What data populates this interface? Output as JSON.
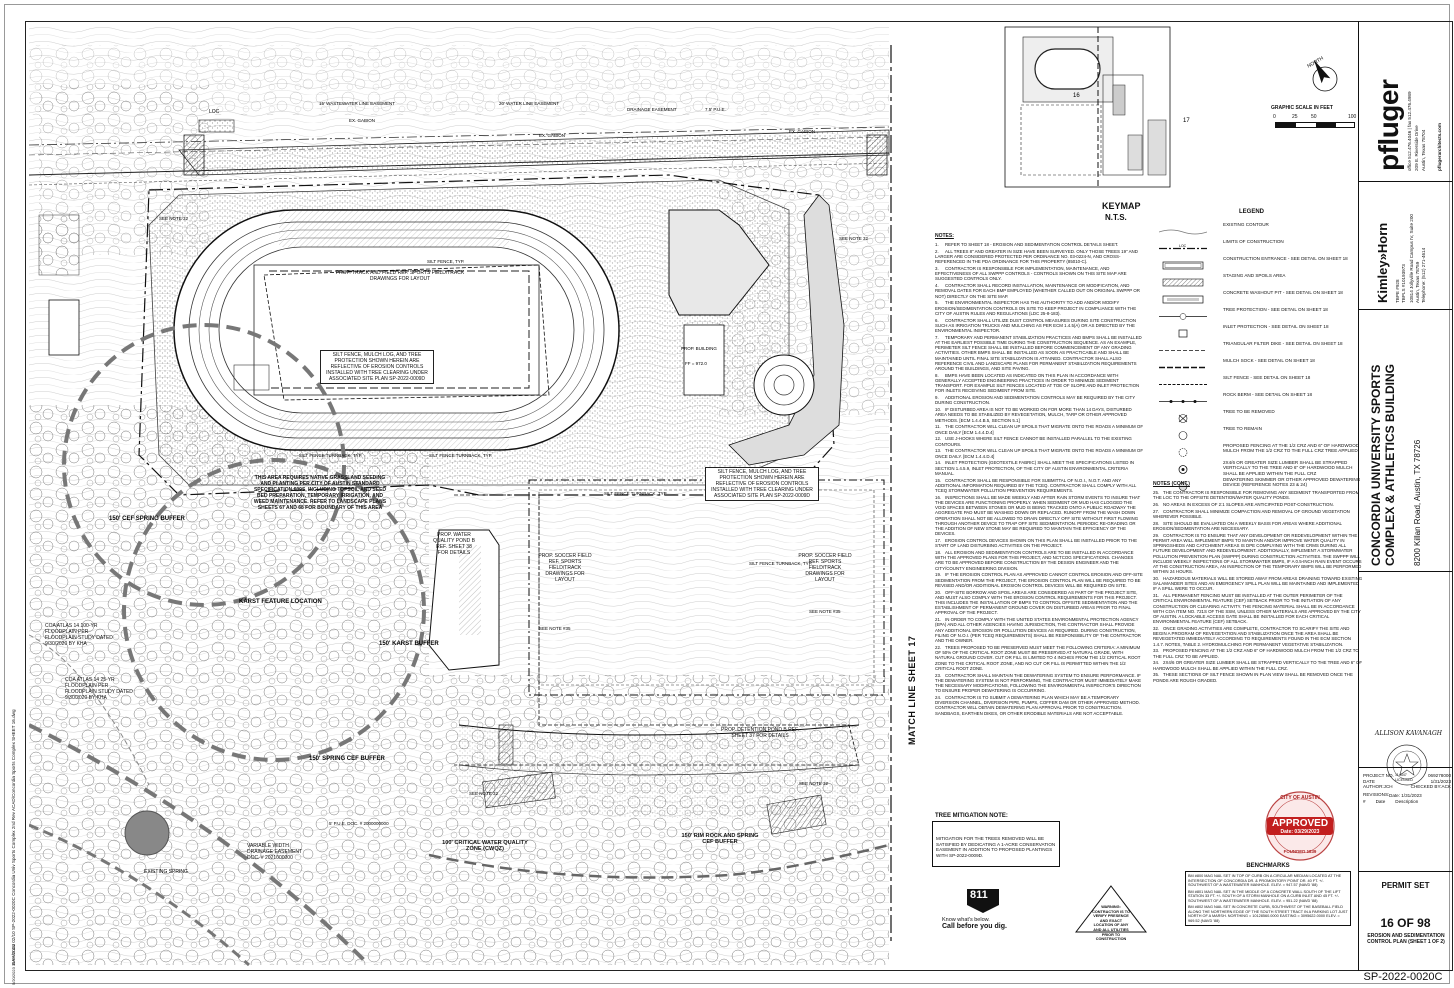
{
  "drawing": {
    "sheet_label": "SP-2022-0020C",
    "match_line": "MATCH LINE SHEET 17",
    "left_margin_file": "BAH/2022 02/10 SP-2022-0020C Concordia Univ Sports Complex 2nd Rev ACAD\\Concordia Sports Complex SHEET 16.dwg",
    "left_margin_date": "5/20/2023 11:57:53 AM"
  },
  "plan_labels": {
    "loc": "LOC",
    "ex_gabion_1": "EX. GABION",
    "ex_gabion_2": "EX. GABION",
    "ex_gabion_3": "EX. GABION",
    "wastewater_ease": "15' WASTEWATER LINE EASEMENT",
    "water_ease": "20' WATER LINE EASEMENT",
    "drainage_ease": "DRAINAGE EASEMENT",
    "pue_top": "7.5' P.U.E.",
    "see_note_32": "SEE NOTE 32",
    "see_note_32b": "SEE NOTE 32",
    "see_note_32c": "SEE NOTE 32",
    "see_note_32d": "SEE NOTE 32",
    "silt_fence_typ": "SILT FENCE, TYP.",
    "track_label": "PROP. TRACK AND FIELD REF. SPORTS FIELD/TRACK DRAWINGS FOR LAYOUT",
    "silt_note": "SILT FENCE, MULCH LOG, AND TREE PROTECTION SHOWN HEREIN ARE REFLECTIVE OF EROSION CONTROLS INSTALLED WITH TREE CLEARING UNDER ASSOCIATED SITE PLAN SP-2022-0009D",
    "turnback_1": "SILT FENCE TURNBACK, TYP.",
    "turnback_2": "SILT FENCE TURNBACK, TYP.",
    "turnback_3": "SILT FENCE TURNBACK, TYP.",
    "turnback_4": "SILT FENCE TURNBACK, TYP.",
    "prop_building": "PROP. BUILDING",
    "ff": "FF = 972.0",
    "grass_note": "THIS AREA REQUIRES NATIVE GRASSLAND SEEDING AND PLANTING PER CITY OF AUSTIN STANDARD SPECIFICATION 609S, INCLUDING TOPSOIL AND SEED BED PREPARATION, TEMPORARY IRRIGATION, AND WEED MAINTENANCE. REFER TO LANDSCAPE PLANS SHEETS 67 AND 68 FOR BOUNDARY OF THIS AREA",
    "cef_spring_150": "150' CEF SPRING BUFFER",
    "karst_feature": "KARST FEATURE LOCATION",
    "karst_buffer": "150' KARST BUFFER",
    "spring_cef_buffer": "150' SPRING CEF BUFFER",
    "coa_atlas_100": "COA ATLAS 14 100-YR FLOODPLAIN PER FLOODPLAIN STUDY DATED 9/30/2020 BY KHA",
    "coa_atlas_25": "COA ATLAS 14 25-YR FLOODPLAIN PER FLOODPLAIN STUDY DATED 9/30/2020 BY KHA",
    "water_quality_pond": "PROP. WATER QUALITY POND B REF. SHEET 38 FOR DETAILS",
    "soccer_1": "PROP. SOCCER FIELD REF. SPORTS FIELD/TRACK DRAWINGS FOR LAYOUT",
    "soccer_2": "PROP. SOCCER FIELD REF. SPORTS FIELD/TRACK DRAWINGS FOR LAYOUT",
    "see_note_35": "SEE NOTE #35",
    "see_note_35b": "SEE NOTE #35",
    "detention_pond": "PROP. DETENTION POND B REF. SHEET 37 FOR DETAILS",
    "pue_bottom": "5' P.U.E. DOC. # 2000000000",
    "variable_drainage": "VARIABLE WIDTH DRAINAGE EASEMENT DOC. # 2021000000",
    "cwqz": "100' CRITICAL WATER QUALITY ZONE (CWQZ)",
    "rim_rock": "150' RIM ROCK AND SPRING CEF BUFFER",
    "existing_spring": "EXISTING SPRING",
    "keymap_title": "KEYMAP",
    "keymap_nts": "N.T.S.",
    "keymap_16": "16",
    "keymap_17": "17",
    "graphic_scale": "GRAPHIC SCALE IN FEET",
    "scale_0": "0",
    "scale_25": "25",
    "scale_50": "50",
    "scale_100": "100",
    "north": "NORTH"
  },
  "legend": {
    "title": "LEGEND",
    "items": [
      {
        "symbol": "contour",
        "text": "EXISTING CONTOUR"
      },
      {
        "symbol": "loc",
        "text": "LIMITS OF CONSTRUCTION"
      },
      {
        "symbol": "ce",
        "text": "CONSTRUCTION ENTRANCE - SEE DETAIL ON SHEET 18"
      },
      {
        "symbol": "staging",
        "text": "STAGING AND SPOILS AREA"
      },
      {
        "symbol": "washout",
        "text": "CONCRETE WASHOUT PIT - SEE DETAIL ON SHEET 18"
      },
      {
        "symbol": "tp",
        "text": "TREE PROTECTION - SEE DETAIL ON SHEET 18"
      },
      {
        "symbol": "ip",
        "text": "INLET PROTECTION - SEE DETAIL ON SHEET 18"
      },
      {
        "symbol": "td",
        "text": "TRIANGULAR FILTER DIKE - SEE DETAIL ON SHEET 18"
      },
      {
        "symbol": "ml",
        "text": "MULCH SOCK - SEE DETAIL ON SHEET 18"
      },
      {
        "symbol": "sf",
        "text": "SILT FENCE - SEE DETAIL ON SHEET 18"
      },
      {
        "symbol": "rb",
        "text": "ROCK BERM - SEE DETAIL ON SHEET 18"
      },
      {
        "symbol": "tr",
        "text": "TREE TO BE REMOVED"
      },
      {
        "symbol": "tk",
        "text": "TREE TO REMAIN"
      },
      {
        "symbol": "t1",
        "text": "PROPOSED FENCING AT THE 1/2 CRZ AND 6\" OF HARDWOOD MULCH FROM THE 1/2 CRZ TO THE FULL CRZ TREE APPLIED"
      },
      {
        "symbol": "t2",
        "text": "2X4/6 OR GREATER SIZE LUMBER SHALL BE STRAPPED VERTICALLY TO THE TREE AND 6\" OF HARDWOOD MULCH SHALL BE APPLIED WITHIN THE FULL CRZ"
      },
      {
        "symbol": "t3",
        "text": "DEWATERING SKIMMER OR OTHER APPROVED DEWATERING DEVICE (REFERENCE NOTES 23 & 24)"
      }
    ]
  },
  "notes": {
    "title": "NOTES:",
    "items": [
      "REFER TO SHEET 18 - EROSION AND SEDIMENTATION CONTROL DETAILS SHEET.",
      "ALL TREES 8\" AND GREATER IN SIZE HAVE BEEN SURVEYED. ONLY THOSE TREES 19\" AND LARGER ARE CONSIDERED PROTECTED PER ORDINANCE NO. 03-0224-N, AND CROSS-REFERENCED IN THE PDA ORDINANCE FOR THIS PROPERTY (85010-C).",
      "CONTRACTOR IS RESPONSIBLE FOR IMPLEMENTATION, MAINTENANCE, AND EFFECTIVENESS OF ALL SWPPP CONTROLS - CONTROLS SHOWN ON THIS SITE MAP ARE SUGGESTED CONTROLS ONLY.",
      "CONTRACTOR SHALL RECORD INSTALLATION, MAINTENANCE OR MODIFICATION, AND REMOVAL DATES FOR EACH BMP EMPLOYED (WHETHER CALLED OUT ON ORIGINAL SWPPP OR NOT) DIRECTLY ON THE SITE MAP.",
      "THE ENVIRONMENTAL INSPECTOR HAS THE AUTHORITY TO ADD AND/OR MODIFY EROSION/SEDIMENTATION CONTROLS ON SITE TO KEEP PROJECT IN COMPLIANCE WITH THE CITY OF AUSTIN RULES AND REGULATIONS (LDC 25-8-183).",
      "CONTRACTOR SHALL UTILIZE DUST CONTROL MEASURES DURING SITE CONSTRUCTION SUCH AS IRRIGATION TRUCKS AND MULCHING AS PER ECM 1.4.5(A) OR AS DIRECTED BY THE ENVIRONMENTAL INSPECTOR.",
      "TEMPORARY AND PERMANENT STABILIZATION PRACTICES AND BMPS SHALL BE INSTALLED AT THE EARLIEST POSSIBLE TIME DURING THE CONSTRUCTION SEQUENCE. AS AN EXAMPLE, PERIMETER SILT FENCE SHALL BE INSTALLED BEFORE COMMENCEMENT OF ANY GRADING ACTIVITIES. OTHER BMPS SHALL BE INSTALLED AS SOON AS PRACTICABLE AND SHALL BE MAINTAINED UNTIL FINAL SITE STABILIZATION IS ATTAINED. CONTRACTOR SHALL ALSO REFERENCE CIVIL AND LANDSCAPE PLANS FOR PERMANENT STABILIZATION REQUIREMENTS AROUND THE BUILDINGS, AND SITE PAVING.",
      "BMPS HAVE BEEN LOCATED AS INDICATED ON THIS PLAN IN ACCORDANCE WITH GENERALLY ACCEPTED ENGINEERING PRACTICES IN ORDER TO MINIMIZE SEDIMENT TRANSPORT. FOR EXAMPLE SILT FENCES LOCATED AT TOE OF SLOPE AND INLET PROTECTION FOR INLETS RECEIVING SEDIMENT FROM SITE.",
      "ADDITIONAL EROSION AND SEDIMENTATION CONTROLS MAY BE REQUIRED BY THE CITY DURING CONSTRUCTION.",
      "IF DISTURBED AREA IS NOT TO BE WORKED ON FOR MORE THAN 14 DAYS, DISTURBED AREA NEEDS TO BE STABILIZED BY REVEGETATION, MULCH, TARP OR OTHER APPROVED METHODS. [ECM 1.4.4.B.5, SECTION 5.1]",
      "THE CONTRACTOR WILL CLEAN UP SPOILS THAT MIGRATE ONTO THE ROADS A MINIMUM OF ONCE DAILY [ECM 1.4.4.D.4]",
      "USE J-HOOKS WHERE SILT FENCE CANNOT BE INSTALLED PARALLEL TO THE EXISTING CONTOURS.",
      "THE CONTRACTOR WILL CLEAN UP SPOILS THAT MIGRATE ONTO THE ROADS A MINIMUM OF ONCE DAILY. [ECM 1.4.4.D.4]",
      "INLET PROTECTION (GEOTEXTILE FABRIC) SHALL MEET THE SPECIFICATIONS LISTED IN SECTION 1.4.5.9, INLET PROTECTION, OF THE CITY OF AUSTIN ENVIRONMENTAL CRITERIA MANUAL.",
      "CONTRACTOR SHALL BE RESPONSIBLE FOR SUBMITTAL OF N.O.I., N.O.T. AND ANY ADDITIONAL INFORMATION REQUIRED BY THE TCEQ. CONTRACTOR SHALL COMPLY WITH ALL TCEQ STORMWATER POLLUTION PREVENTION REQUIREMENTS.",
      "INSPECTIONS SHALL BE MADE WEEKLY AND AFTER RAIN STORM EVENTS TO INSURE THAT THE DEVICES ARE FUNCTIONING PROPERLY. WHEN SEDIMENT OR MUD HAS CLOGGED THE VOID SPACES BETWEEN STONES OR MUD IS BEING TRACKED ONTO A PUBLIC ROADWAY THE AGGREGATE PAD MUST BE WASHED DOWN OR REPLACED. RUNOFF FROM THE WASH DOWN OPERATION SHALL NOT BE ALLOWED TO DRAIN DIRECTLY OFF SITE WITHOUT FIRST FLOWING THROUGH ANOTHER DEVICE TO TRAP OFF SITE SEDIMENTATION. PERIODIC RE-GRADING OR THE ADDITION OF NEW STONE MAY BE REQUIRED TO MAINTAIN THE EFFICIENCY OF THE DEVICES.",
      "EROSION CONTROL DEVICES SHOWN ON THIS PLAN SHALL BE INSTALLED PRIOR TO THE START OF LAND DISTURBING ACTIVITIES ON THE PROJECT.",
      "ALL EROSION AND SEDIMENTATION CONTROLS ARE TO BE INSTALLED IN ACCORDANCE WITH THE APPROVED PLANS FOR THIS PROJECT, AND NCTCOG SPECIFICATIONS. CHANGES ARE TO BE APPROVED BEFORE CONSTRUCTION BY THE DESIGN ENGINEER AND THE CITY/COUNTY ENGINEERING DIVISION.",
      "IF THE EROSION CONTROL PLAN AS APPROVED CANNOT CONTROL EROSION AND OFF-SITE SEDIMENTATION FROM THE PROJECT, THE EROSION CONTROL PLAN WILL BE REQUIRED TO BE REVISED AND/OR ADDITIONAL EROSION CONTROL DEVICES WILL BE REQUIRED ON SITE.",
      "OFF-SITE BORROW AND SPOIL AREAS ARE CONSIDERED AS PART OF THE PROJECT SITE, AND MUST ALSO COMPLY WITH THE EROSION CONTROL REQUIREMENTS FOR THIS PROJECT. THIS INCLUDES THE INSTALLATION OF BMPS TO CONTROL OFFSITE SEDIMENTATION AND THE ESTABLISHMENT OF PERMANENT GROUND COVER ON DISTURBED AREAS PRIOR TO FINAL APPROVAL OF THE PROJECT.",
      "IN ORDER TO COMPLY WITH THE UNITED STATES ENVIRONMENTAL PROTECTION AGENCY (EPA) AND ALL OTHER AGENCIES HAVING JURISDICTION, THE CONTRACTOR SHALL PROVIDE ANY ADDITIONAL EROSION OR POLLUTION DEVICES AS REQUIRED. DURING CONSTRUCTION, FILING OF N.O.I. (PER TCEQ REQUIREMENTS) SHALL BE RESPONSIBILITY OF THE CONTRACTOR AND THE OWNER.",
      "TREES PROPOSED TO BE PRESERVED MUST MEET THE FOLLOWING CRITERIA: A MINIMUM OF 50% OF THE CRITICAL ROOT ZONE MUST BE PRESERVED AT NATURAL GRADE, WITH NATURAL GROUND COVER. CUT OR FILL IS LIMITED TO 4 INCHES FROM THE 1/2 CRITICAL ROOT ZONE TO THE CRITICAL ROOT ZONE, AND NO CUT OR FILL IS PERMITTED WITHIN THE 1/2 CRITICAL ROOT ZONE.",
      "CONTRACTOR SHALL MAINTAIN THE DEWATERING SYSTEM TO ENSURE PERFORMANCE. IF THE DEWATERING SYSTEM IS NOT PERFORMING, THE CONTRACTOR MUST IMMEDIATELY MAKE THE NECESSARY MODIFICATIONS, FOLLOWING THE ENVIRONMENTAL INSPECTOR'S DIRECTION TO ENSURE PROPER DEWATERING IS OCCURRING.",
      "CONTRACTOR IS TO SUBMIT A DEWATERING PLAN WHICH MAY BE A TEMPORARY DIVERSION CHANNEL, DIVERSION PIPE, PUMPS, COFFER DAM OR OTHER APPROVED METHOD. CONTRACTOR WILL OBTAIN DEWATERING PLAN APPROVAL PRIOR TO CONSTRUCTION. SANDBAGS, EARTHEN DIKES, OR OTHER ERODIBLE MATERIALS ARE NOT ACCEPTABLE."
    ]
  },
  "notes_cont": {
    "title": "NOTES (CONT.)",
    "start": 25,
    "items": [
      "THE CONTRACTOR IS RESPONSIBLE FOR REMOVING ANY SEDIMENT TRANSPORTED FROM THE LOC TO THE OFFSITE DETENTION/WATER QUALITY PONDS.",
      "NO AREAS IN EXCESS OF 2:1 SLOPES ARE ANTICIPATED POST-CONSTRUCTION.",
      "CONTRACTOR SHALL MINIMIZE COMPACTION AND REMOVAL OF GROUND VEGETATION WHEREVER POSSIBLE.",
      "SITE SHOULD BE EVALUATED ON A WEEKLY BASIS FOR AREAS WHERE ADDITIONAL EROSION/SEDIMENTATION ARE NECESSARY.",
      "CONTRACTOR IS TO ENSURE THAT ANY DEVELOPMENT OR REDEVELOPMENT WITHIN THE PERMIT AREA WILL IMPLEMENT BMPS TO MAINTAIN AND/OR IMPROVE WATER QUALITY IN SPRINGSHEDS AND CATCHMENT AREAS IS DPE COMPLYING WITH THE CRMS DURING ALL FUTURE DEVELOPMENT AND REDEVELOPMENT. ADDITIONALLY, IMPLEMENT A STORMWATER POLLUTION PREVENTION PLAN (SWPPP) DURING CONSTRUCTION ACTIVITIES. THE SWPPP WILL INCLUDE WEEKLY INSPECTIONS OF ALL STORMWATER BMPS, IF A 0.5-INCH RAIN EVENT OCCURS AT THE CONSTRUCTION AREA, AN INSPECTION OF THE TEMPORARY BMPS WILL BE PERFORMED WITHIN 24 HOURS.",
      "HAZARDOUS MATERIALS WILL BE STORED AWAY FROM AREAS DRAINING TOWARD EXISTING SALAMANDER SITES AND AN EMERGENCY SPILL PLAN WILL BE MAINTAINED AND IMPLEMENTED IF A SPILL WERE TO OCCUR.",
      "ALL PERMANENT FENCING MUST BE INSTALLED AT THE OUTER PERIMETER OF THE CRITICAL ENVIRONMENTAL FEATURE (CEF) SETBACK PRIOR TO THE INITIATION OF ANY CONSTRUCTION OR CLEARING ACTIVITY. THE FENCING MATERIAL SHALL BE IN ACCORDANCE WITH COA ITEM NO. 721S OF THE SSM, UNLESS OTHER MATERIALS ARE APPROVED BY THE CITY OF AUSTIN. A LOCKABLE ACCESS GATE SHALL BE INSTALLED FOR EACH CRITICAL ENVIRONMENTAL FEATURE (CEF) SETBACK.",
      "ONCE GRADING ACTIVITIES ARE COMPLETE, CONTRACTOR TO SCARIFY THE SITE AND BEGIN A PROGRAM OF REVEGETATION AND STABILIZATION ONCE THE AREA SHALL BE REVEGETATED IMMEDIATELY ACCORDING TO REQUIREMENTS FOUND IN THE ECM SECTION 1.4.7. NOTES, TABLE 2. HYDROMULCHING FOR PERMANENT VEGETATIVE STABILIZATION.",
      "PROPOSED FENCING AT THE 1/2 CRZ AND 6\" OF HARDWOOD MULCH FROM THE 1/2 CRZ TO THE FULL CRZ TO BE APPLIED.",
      "2X4/6 OR GREATER SIZE LUMBER SHALL BE STRAPPED VERTICALLY TO THE TREE AND 6\" OF HARDWOOD MULCH SHALL BE APPLIED WITHIN THE FULL CRZ.",
      "THESE SECTIONS OF SILT FENCE SHOWN IN PLAN VIEW SHALL BE REMOVED ONCE THE PONDS ARE ROUGH GRADED."
    ]
  },
  "tree_mitigation": {
    "title": "TREE MITIGATION NOTE:",
    "text": "MITIGATION FOR THE TREES REMOVED WILL BE SATISFIED BY DEDICATING A 1-ACRE CONSERVATION EASEMENT IN ADDITION TO PROPOSED PLANTINGS WITH SP-2022-0009D."
  },
  "call811": {
    "number": "811",
    "line1": "Know what's below.",
    "line2": "Call before you dig."
  },
  "warning": {
    "text": "WARNING: CONTRACTOR IS TO VERIFY PRESENCE AND EXACT LOCATION OF ANY AND ALL UTILITIES PRIOR TO CONSTRUCTION"
  },
  "benchmarks": {
    "title": "BENCHMARKS",
    "bm1": "BM #800 MAG NAIL SET IN TOP OF CURB ON A CIRCULAR MEDIAN LOCATED AT THE INTERSECTION OF CONCORDIA DR. & PROMONTORY POINT DR. 40 FT. +/- SOUTHWEST OF A WASTEWATER MANHOLE. ELEV. = 947.57 (NAVD '88)",
    "bm2": "BM #801 MAG NAIL SET IN THE MIDDLE OF A CONCRETE WALL SOUTH OF THE LIFT STATION 33 FT. +/- SOUTH OF A STORM MANHOLE ON A CURB INLET AND 45 FT. +/- SOUTHWEST OF A WASTEWATER MANHOLE. ELEV. = 951.22 (NAVD '88)",
    "bm3": "BM #802 MAG NAIL SET IN CONCRETE CURB, SOUTHWEST OF THE BASEBALL FIELD ALONG THE NORTHERN EDGE OF THE SOUTH STREET TRACT IN A PARKING LOT JUST NORTH OF A MARSH. NORTHING = 10128560.0000 EASTING = 3095622.0000 ELEV. = 969.52 (NAVD '88)"
  },
  "titleblock": {
    "firm1": "pfluger",
    "firm1_addr1": "office 512.476.4046 | fax 512.476.4989",
    "firm1_addr2": "209 E. Riverside Drive",
    "firm1_addr3": "Austin, Texas 78704",
    "firm1_web": "pflugerarchitects.com",
    "firm2": "Kimley»Horn",
    "firm2_line1": "TBPE #928",
    "firm2_line2": "TBPLS #10193973",
    "firm2_line3": "10814 Jollyville Road Campus IV, Suite 200",
    "firm2_line4": "Austin, Texas 78759",
    "firm2_line5": "Telephone: (512) 271-4614",
    "project": "CONCORDIA UNIVERSITY SPORTS COMPLEX & ATHLETICS BUILDING",
    "address": "8200 Killan Road, Austin, TX 78726",
    "seal_name": "ALLISON KAVANAGH",
    "seal_number": "114347",
    "seal_label": "LICENSED",
    "seal_date": "Date: 1/31/2023",
    "project_no_label": "PROJECT NO.",
    "project_no": "069278000",
    "date_label": "DATE",
    "date": "1/31/2023",
    "author_label": "AUTHOR:JCH",
    "checked_label": "CHECKED BY:ACK",
    "revisions_label": "REVISIONS:",
    "rev_num": "#",
    "rev_date": "Date",
    "rev_desc": "Description",
    "coa_text1": "CITY OF AUSTIN",
    "coa_approved": "APPROVED",
    "coa_date": "Date: 03/29/2023",
    "coa_founded": "FOUNDED 1839",
    "permit_set": "PERMIT SET",
    "sheet_no": "16 OF 98",
    "sheet_title": "EROSION AND SEDIMENTATION CONTROL PLAN (SHEET 1 OF 2)"
  }
}
